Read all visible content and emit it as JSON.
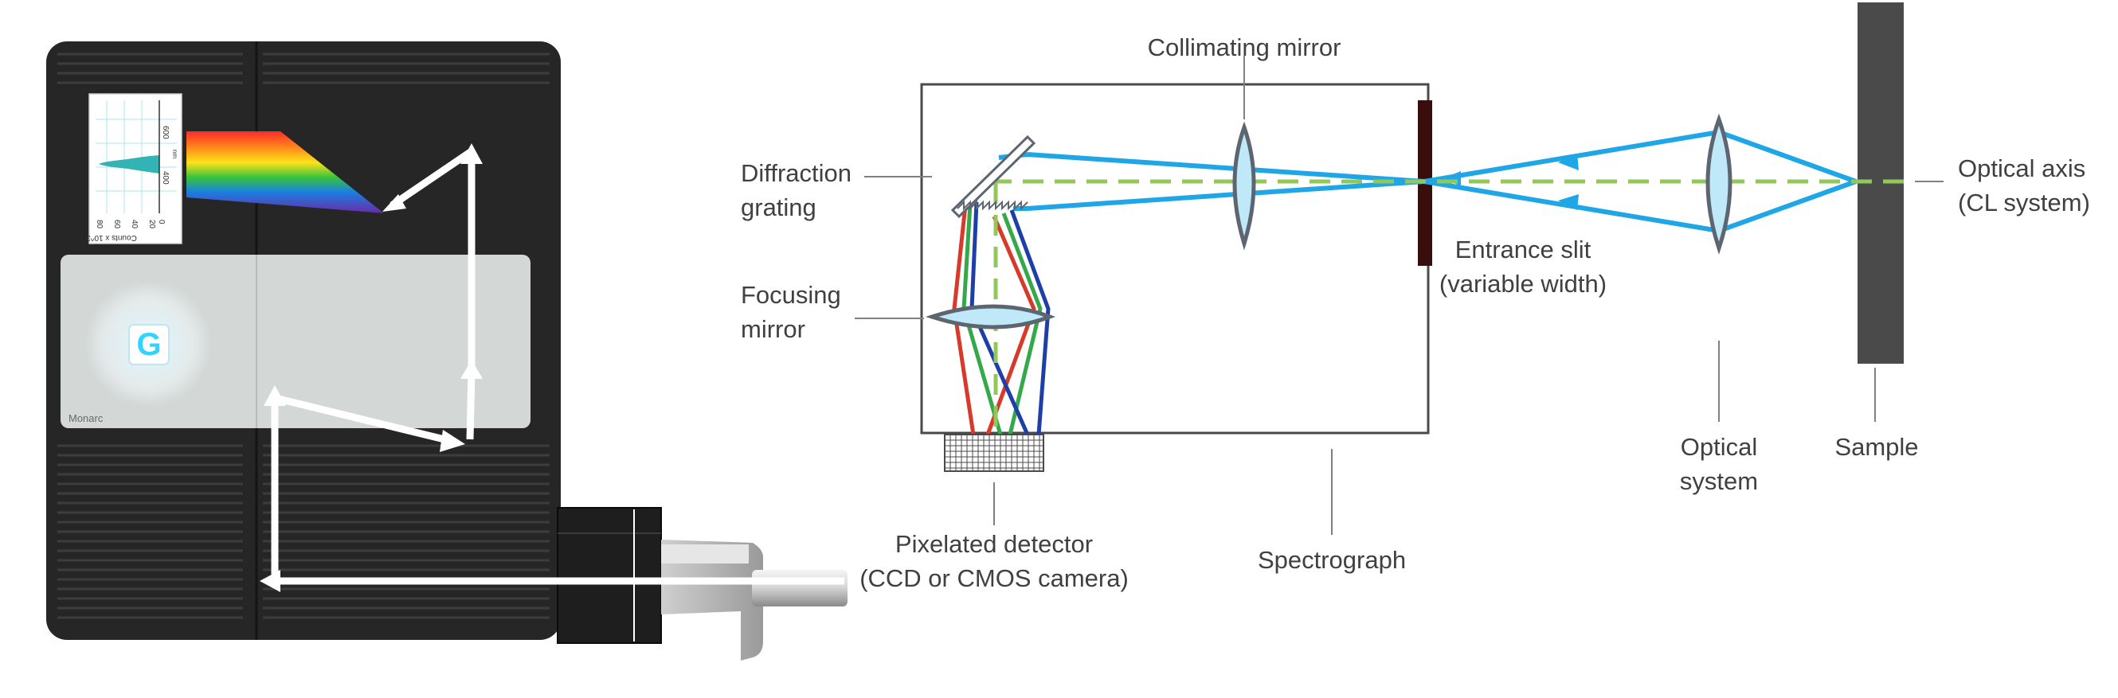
{
  "instrument": {
    "brand_text": "Monarc",
    "logo_glyph": "G",
    "spectrum_plot": {
      "x_axis_label": "Counts x 10^3",
      "x_ticks": [
        "80",
        "60",
        "40",
        "20",
        "0"
      ],
      "y_axis_label": "nm",
      "y_ticks": [
        "600",
        "400"
      ]
    },
    "colors": {
      "body": "#282828",
      "panel": "#d3d7d6",
      "glow": "#2fd4ff"
    }
  },
  "diagram": {
    "labels": {
      "collimating_mirror": "Collimating mirror",
      "diffraction_grating_l1": "Diffraction",
      "diffraction_grating_l2": "grating",
      "focusing_mirror_l1": "Focusing",
      "focusing_mirror_l2": "mirror",
      "entrance_slit_l1": "Entrance slit",
      "entrance_slit_l2": "(variable width)",
      "optical_axis_l1": "Optical axis",
      "optical_axis_l2": "(CL system)",
      "optical_system_l1": "Optical",
      "optical_system_l2": "system",
      "sample": "Sample",
      "spectrograph": "Spectrograph",
      "pixelated_detector_l1": "Pixelated detector",
      "pixelated_detector_l2": "(CCD or CMOS camera)"
    },
    "colors": {
      "beam": "#1fa6e6",
      "optical_axis": "#92c85a",
      "lens_fill": "#bfe9f8",
      "lens_stroke": "#5d6670",
      "slit": "#3a0d0d",
      "sample": "#4a4a4a",
      "dispersed_red": "#d83a2a",
      "dispersed_green": "#35a84a",
      "dispersed_blue": "#1f3fa8"
    }
  }
}
